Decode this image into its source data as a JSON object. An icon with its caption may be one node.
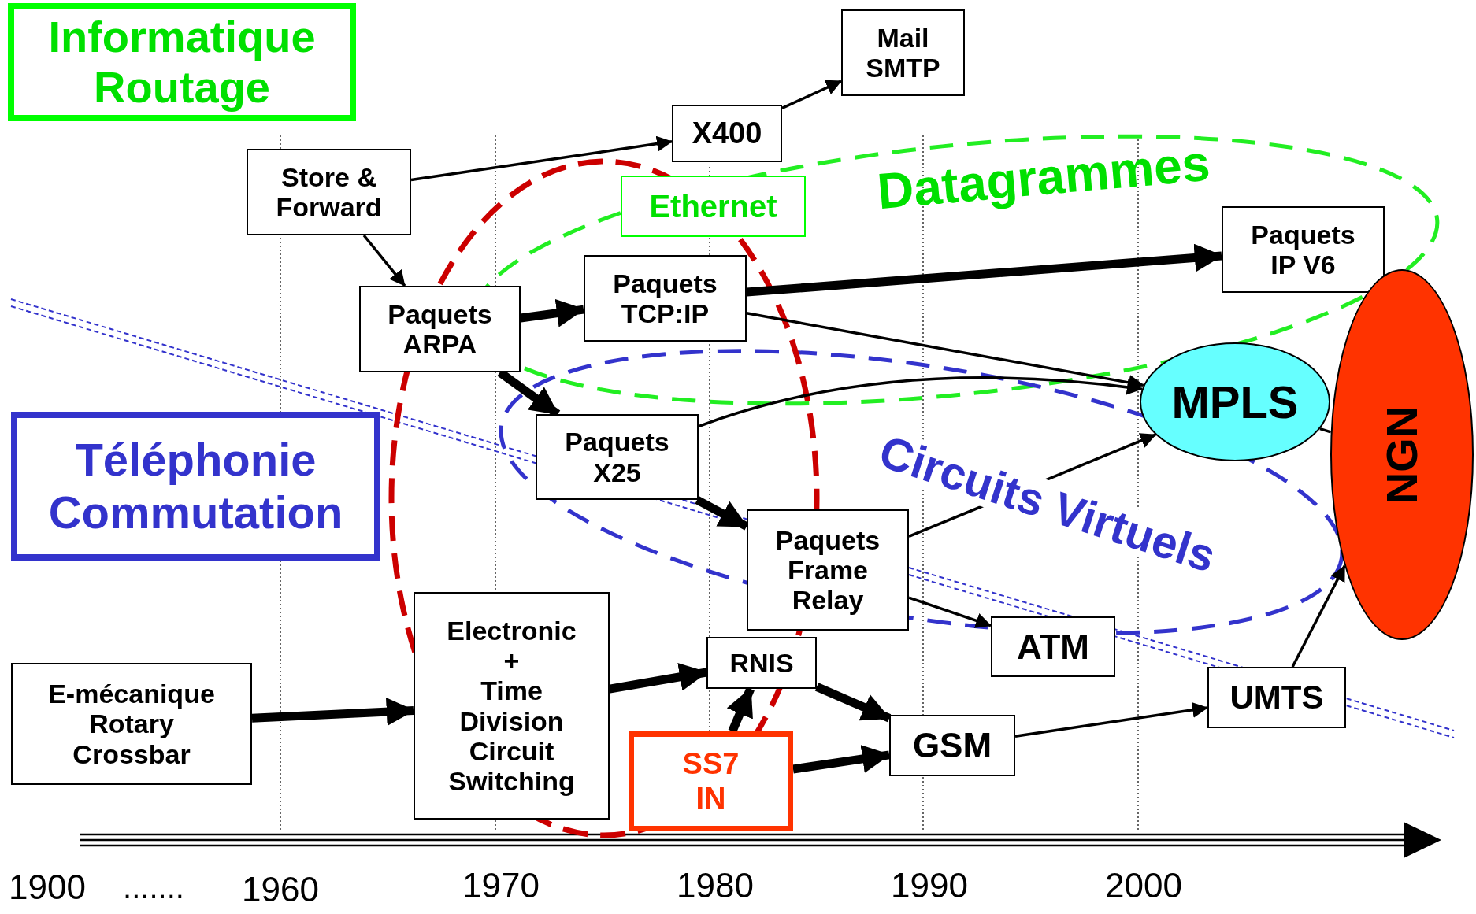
{
  "diagram": {
    "nodes": [
      {
        "text": [
          "Informatique Routage"
        ]
      },
      {
        "text": [
          "Téléphonie Commutation"
        ]
      },
      {
        "text": [
          "Store & Forward"
        ]
      },
      {
        "text": [
          "X400"
        ]
      },
      {
        "text": [
          "Mail SMTP"
        ]
      },
      {
        "text": [
          "Ethernet"
        ]
      },
      {
        "text": [
          "Paquets ARPA"
        ]
      },
      {
        "text": [
          "Paquets TCP:IP"
        ]
      },
      {
        "text": [
          "Paquets IP V6"
        ]
      },
      {
        "text": [
          "MPLS"
        ]
      },
      {
        "text": [
          "NGN"
        ]
      },
      {
        "text": [
          "Paquets X25"
        ]
      },
      {
        "text": [
          "Paquets Frame Relay"
        ]
      },
      {
        "text": [
          "ATM"
        ]
      },
      {
        "text": [
          "E-mécanique Rotary Crossbar"
        ]
      },
      {
        "text": [
          "Electronic",
          "+",
          "Time Division Circuit Switching"
        ]
      },
      {
        "text": [
          "RNIS"
        ]
      },
      {
        "text": [
          "SS7 IN"
        ]
      },
      {
        "text": [
          "GSM"
        ]
      },
      {
        "text": [
          "UMTS"
        ]
      }
    ],
    "edges": [
      {
        "from": 2,
        "to": 3,
        "arrow": "to"
      },
      {
        "from": 3,
        "to": 4,
        "arrow": "to"
      },
      {
        "from": 2,
        "to": 6,
        "arrow": "to"
      },
      {
        "from": 6,
        "to": 7,
        "arrow": "to",
        "style": "thick"
      },
      {
        "from": 6,
        "to": 11,
        "arrow": "to",
        "style": "thick"
      },
      {
        "from": 7,
        "to": 8,
        "arrow": "to",
        "style": "thick"
      },
      {
        "from": 7,
        "to": 9,
        "arrow": "to"
      },
      {
        "from": 11,
        "to": 9,
        "arrow": "to"
      },
      {
        "from": 11,
        "to": 12,
        "arrow": "to",
        "style": "thick"
      },
      {
        "from": 12,
        "to": 9,
        "arrow": "to"
      },
      {
        "from": 12,
        "to": 13,
        "arrow": "to"
      },
      {
        "from": 9,
        "to": 10,
        "arrow": "none"
      },
      {
        "from": 19,
        "to": 10,
        "arrow": "to"
      },
      {
        "from": 14,
        "to": 15,
        "arrow": "to",
        "style": "thick"
      },
      {
        "from": 15,
        "to": 16,
        "arrow": "to",
        "style": "thick"
      },
      {
        "from": 17,
        "to": 16,
        "arrow": "to",
        "style": "thick"
      },
      {
        "from": 16,
        "to": 18,
        "arrow": "to",
        "style": "thick"
      },
      {
        "from": 17,
        "to": 18,
        "arrow": "to",
        "style": "thick"
      },
      {
        "from": 18,
        "to": 19,
        "arrow": "to"
      }
    ],
    "labels": [
      "Datagrammes",
      "Circuits Virtuels",
      "1900",
      ".......",
      "1960",
      "1970",
      "1980",
      "1990",
      "2000"
    ]
  }
}
